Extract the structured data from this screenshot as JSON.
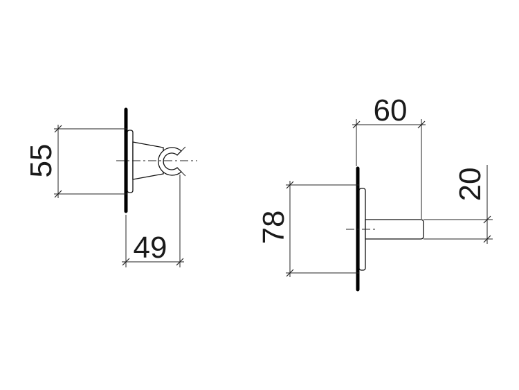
{
  "left_view": {
    "dim_height": "55",
    "dim_depth": "49"
  },
  "right_view": {
    "dim_depth": "60",
    "dim_pin_diameter": "20",
    "dim_height": "78"
  }
}
